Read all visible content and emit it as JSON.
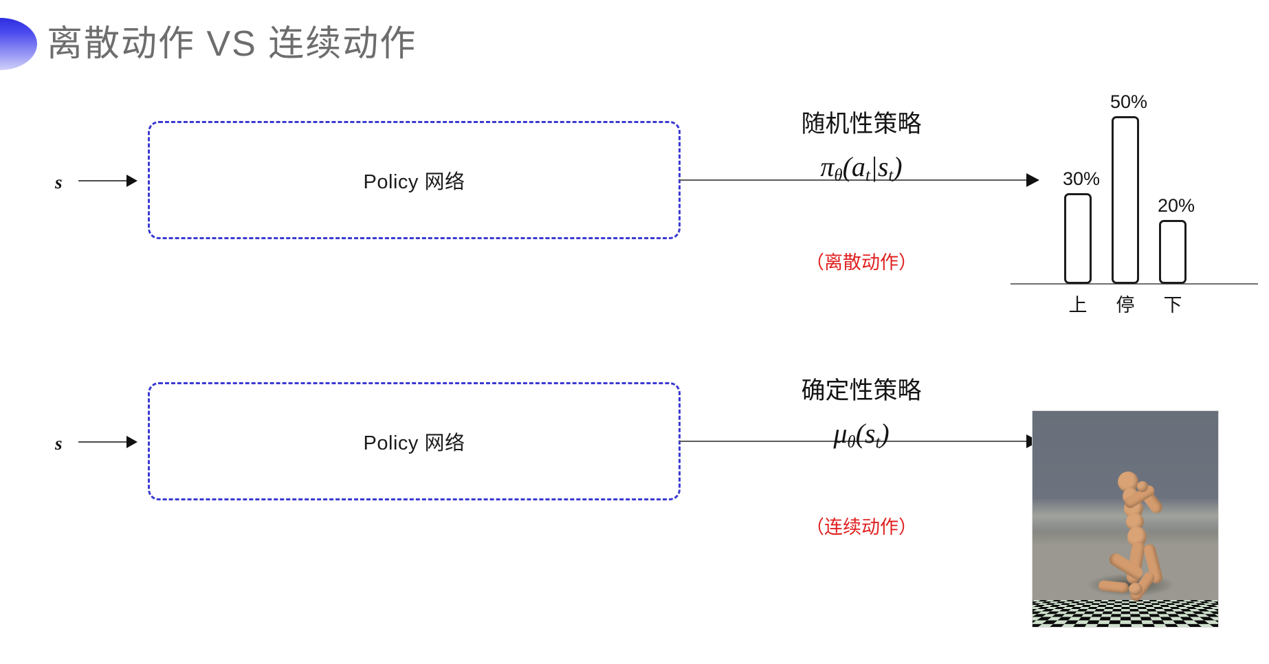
{
  "slide": {
    "title": "离散动作 VS 连续动作",
    "title_color": "#6d6d6d",
    "accent_color": "#3a3ad2",
    "red_color": "#e02020",
    "background": "#ffffff"
  },
  "rows": [
    {
      "id": "discrete",
      "state_label": "s",
      "policy_label": "Policy 网络",
      "caption_title": "随机性策略",
      "formula": "π",
      "formula_theta": "θ",
      "formula_args": "(a",
      "formula_sub_t1": "t",
      "formula_bar": "|s",
      "formula_sub_t2": "t",
      "formula_close": ")",
      "caption_note": "（离散动作）"
    },
    {
      "id": "continuous",
      "state_label": "s",
      "policy_label": "Policy 网络",
      "caption_title": "确定性策略",
      "formula": "μ",
      "formula_theta": "θ",
      "formula_args": "(s",
      "formula_sub_t1": "t",
      "formula_close": ")",
      "caption_note": "（连续动作）"
    }
  ],
  "chart_data": {
    "type": "bar",
    "title": "",
    "xlabel": "",
    "ylabel": "",
    "categories": [
      "上",
      "停",
      "下"
    ],
    "values": [
      30,
      50,
      20
    ],
    "value_labels": [
      "30%",
      "50%",
      "20%"
    ],
    "ylim": [
      0,
      60
    ],
    "grid": false,
    "legend": "none",
    "bar_fill": "#ffffff",
    "bar_stroke": "#1c1c1c",
    "axis_color": "#6f6f6f"
  },
  "simulation": {
    "name": "humanoid-mujoco-render",
    "caption": ""
  }
}
